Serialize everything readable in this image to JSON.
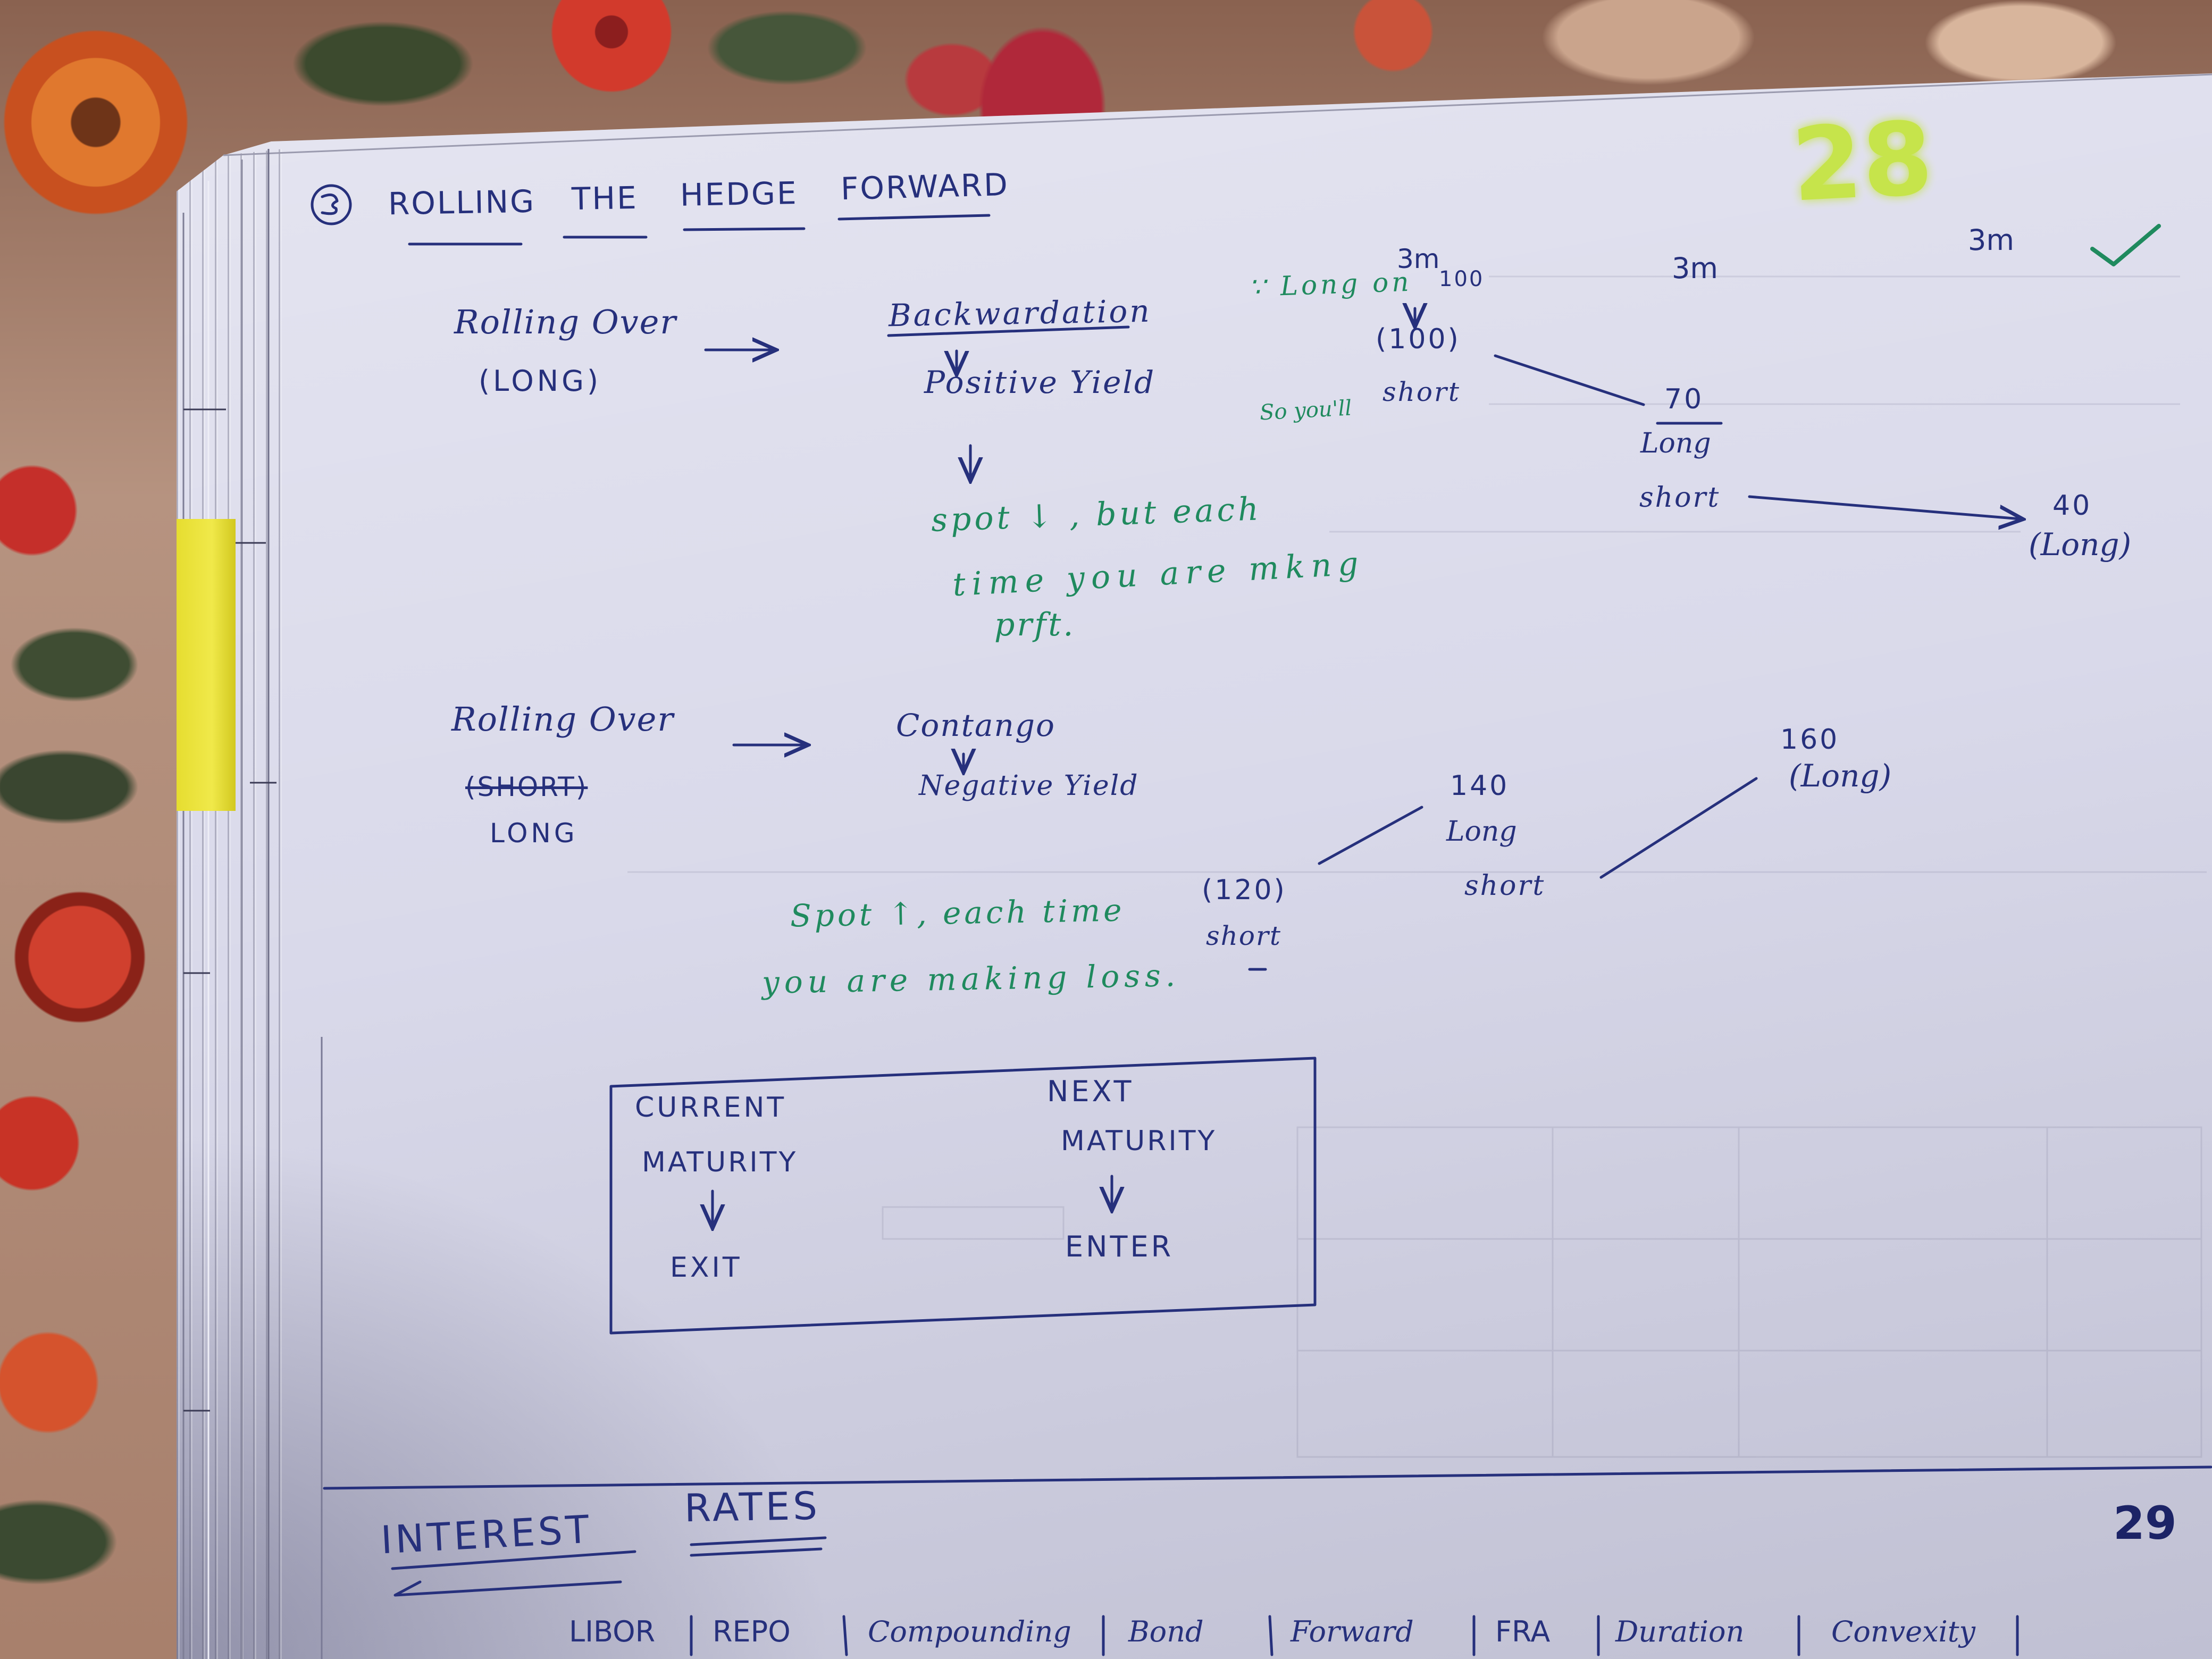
{
  "colors": {
    "blue_ink": "#26307c",
    "green_ink": "#1f8a5e",
    "highlighter": "#c4e53a",
    "page_paper": "#d9d9ea",
    "sticky_tab": "#e6dd30"
  },
  "header": {
    "title_words": [
      "ROLLING",
      "THE",
      "HEDGE",
      "FORWARD"
    ],
    "highlighted_number": "28",
    "term_mark_a": "3m",
    "term_mark_b": "3m"
  },
  "roll_long": {
    "label": "Rolling Over",
    "position": "(LONG)",
    "market_state": "Backwardation",
    "yield_type": "Positive Yield",
    "note": [
      "spot ↓ , but each",
      "time you are mkng",
      "prft."
    ],
    "example": {
      "reason": "∵ Long on",
      "term": "3m",
      "term_price": "100",
      "entry_price": "(100)",
      "so_you_will": "So you'll",
      "then_short": "short",
      "roll_price": "70",
      "roll_long": "Long",
      "roll_short": "short",
      "final_price": "40",
      "final_position": "(Long)"
    }
  },
  "roll_short": {
    "label": "Rolling Over",
    "position_struck": "(SHORT)",
    "position": "LONG",
    "market_state": "Contango",
    "yield_type": "Negative Yield",
    "note": [
      "Spot ↑, each time",
      "you are making loss."
    ],
    "example": {
      "entry_price": "(120)",
      "entry_action": "short",
      "roll_price": "140",
      "roll_long": "Long",
      "roll_short": "short",
      "final_price": "160",
      "final_position": "(Long)"
    }
  },
  "maturity_box": {
    "current": {
      "line1": "CURRENT",
      "line2": "MATURITY",
      "action": "EXIT"
    },
    "next": {
      "line1": "NEXT",
      "line2": "MATURITY",
      "action": "ENTER"
    }
  },
  "next_section": {
    "title_word1": "INTEREST",
    "title_word2": "RATES",
    "page_number": "29",
    "topics": [
      "LIBOR",
      "REPO",
      "Compounding",
      "Bond",
      "Forward",
      "FRA",
      "Duration",
      "Convexity"
    ]
  }
}
